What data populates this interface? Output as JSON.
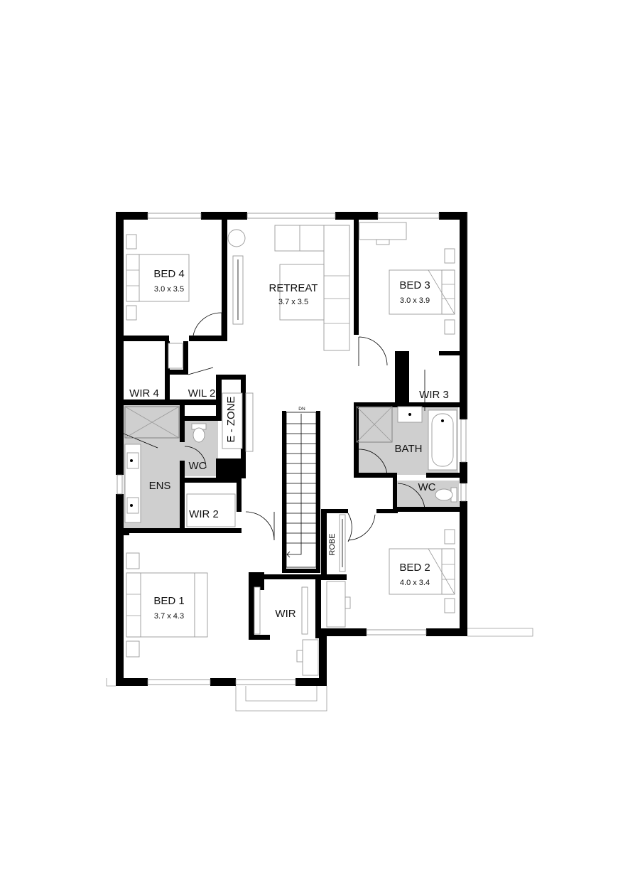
{
  "rooms": {
    "bed4": {
      "name": "BED 4",
      "size": "3.0 x 3.5"
    },
    "retreat": {
      "name": "RETREAT",
      "size": "3.7 x 3.5"
    },
    "bed3": {
      "name": "BED 3",
      "size": "3.0 x 3.9"
    },
    "wir4": {
      "name": "WIR 4"
    },
    "wil2": {
      "name": "WIL 2"
    },
    "ezone": {
      "name": "E - ZONE"
    },
    "wir3": {
      "name": "WIR 3"
    },
    "wc_ens": {
      "name": "WC"
    },
    "ens": {
      "name": "ENS"
    },
    "bath": {
      "name": "BATH"
    },
    "wc_bath": {
      "name": "WC"
    },
    "wir2": {
      "name": "WIR 2"
    },
    "robe": {
      "name": "ROBE"
    },
    "bed2": {
      "name": "BED 2",
      "size": "4.0 x 3.4"
    },
    "bed1": {
      "name": "BED 1",
      "size": "3.7 x 4.3"
    },
    "wir": {
      "name": "WIR"
    }
  },
  "stairs": {
    "label": "DN"
  },
  "colors": {
    "wall": "#000000",
    "wet_area": "#cfcfcf",
    "furniture_line": "#9a9a9a"
  }
}
